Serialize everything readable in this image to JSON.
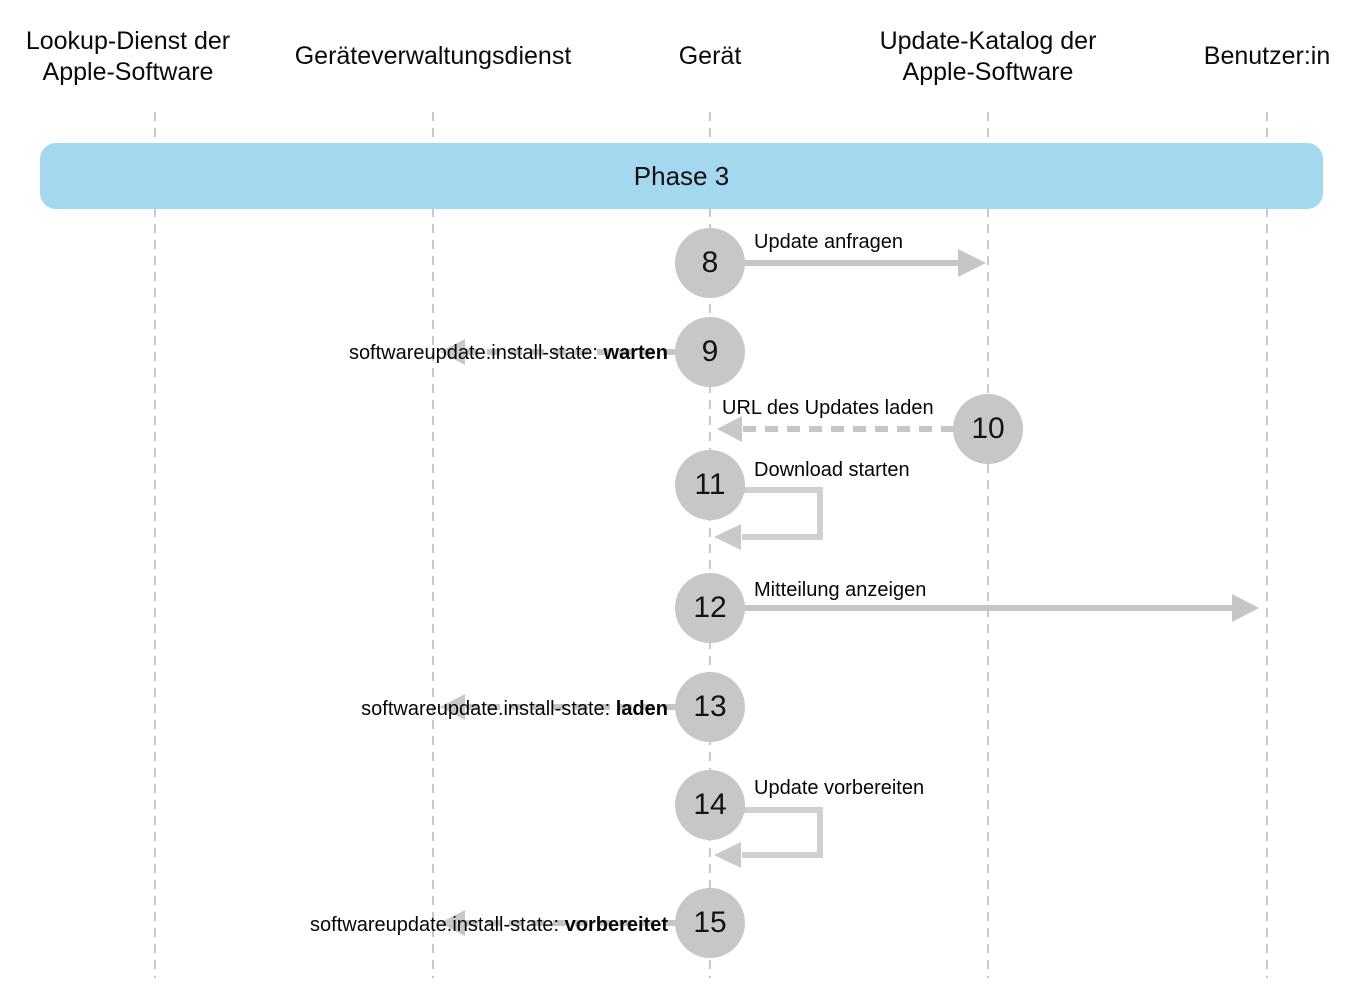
{
  "actors": [
    {
      "label": "Lookup-Dienst der Apple-Software"
    },
    {
      "label": "Geräteverwaltungsdienst"
    },
    {
      "label": "Gerät"
    },
    {
      "label": "Update-Katalog der Apple-Software"
    },
    {
      "label": "Benutzer:in"
    }
  ],
  "phase": {
    "label": "Phase 3"
  },
  "steps": [
    {
      "number": "8",
      "label": "Update anfragen"
    },
    {
      "number": "9",
      "label_prefix": "softwareupdate.install-state: ",
      "label_state": "warten"
    },
    {
      "number": "10",
      "label": "URL des Updates laden"
    },
    {
      "number": "11",
      "label": "Download starten"
    },
    {
      "number": "12",
      "label": "Mitteilung anzeigen"
    },
    {
      "number": "13",
      "label_prefix": "softwareupdate.install-state: ",
      "label_state": "laden"
    },
    {
      "number": "14",
      "label": "Update vorbereiten"
    },
    {
      "number": "15",
      "label_prefix": "softwareupdate.install-state: ",
      "label_state": "vorbereitet"
    }
  ],
  "colors": {
    "banner": "#A3D8EF",
    "circle": "#C7C7C7",
    "arrow": "#C6C6C6",
    "loop": "#D0D0D0",
    "lifeline": "#C9C9C9",
    "text": "#000000"
  }
}
